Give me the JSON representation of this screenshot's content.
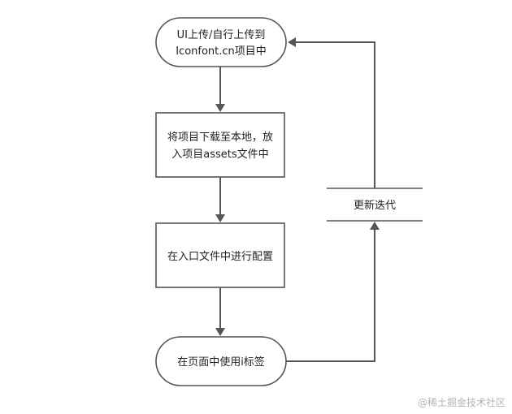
{
  "nodes": {
    "upload": {
      "line1": "UI上传/自行上传到",
      "line2": "Iconfont.cn项目中"
    },
    "download": {
      "line1": "将项目下载至本地，放",
      "line2": "入项目assets文件中"
    },
    "configure": {
      "label": "在入口文件中进行配置"
    },
    "use": {
      "label": "在页面中使用i标签"
    },
    "iterate": {
      "label": "更新迭代"
    }
  },
  "watermark": "@稀土掘金技术社区"
}
